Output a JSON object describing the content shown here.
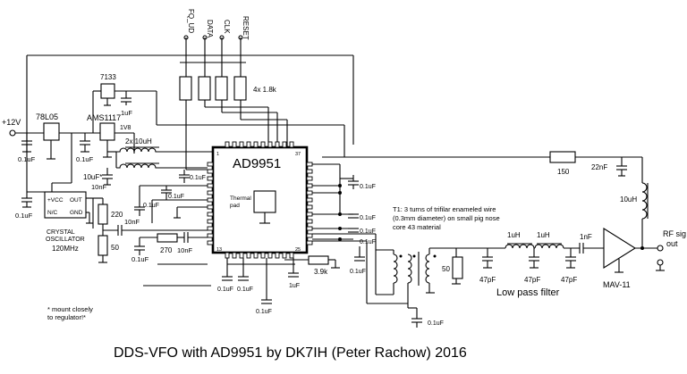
{
  "title": "DDS-VFO with AD9951 by DK7IH (Peter Rachow) 2016",
  "chip": {
    "name": "AD9951",
    "pad": "Thermal\npad",
    "pin1": "1",
    "pin37": "37",
    "pin13": "13",
    "pin25": "25"
  },
  "power": {
    "input": "+12V",
    "reg5v": "78L05",
    "reg1v8": "AMS1117",
    "reg1v8_out": "1V8",
    "reg7133": "7133"
  },
  "control_lines": [
    "FQ_UD",
    "DATA",
    "CLK",
    "RESET"
  ],
  "pullups": "4x 1.8k",
  "oscillator": {
    "pins": {
      "vcc": "+VCC",
      "out": "OUT",
      "nc": "N/C",
      "gnd": "GND"
    },
    "label": "CRYSTAL\nOSCILLATOR",
    "freq": "120MHz"
  },
  "parts": {
    "c_01uF": "0.1uF",
    "c_1uF": "1uF",
    "c_10nF": "10nF",
    "c_10uF_star": "10uF*",
    "c_22nF": "22nF",
    "c_47pF": "47pF",
    "c_1nF": "1nF",
    "l_2x10uH": "2x 10uH",
    "l_10uH": "10uH",
    "l_1uH": "1uH",
    "r_150": "150",
    "r_220": "220",
    "r_50": "50",
    "r_270": "270",
    "r_39k": "3.9k"
  },
  "transformer_note": "T1: 3 turns of trifilar enameled wire\n(0.3mm diameter) on small pig nose\ncore 43 material",
  "filter_label": "Low  pass filter",
  "amplifier": "MAV-11",
  "rf_out": "RF sig\nout",
  "footnote": "* mount closely\nto regulator!*"
}
